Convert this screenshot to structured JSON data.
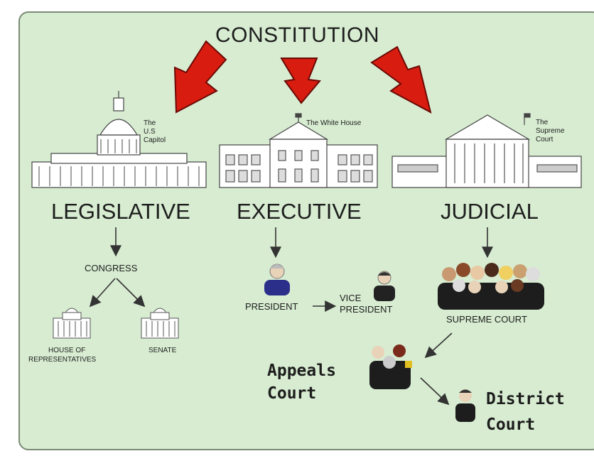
{
  "title": "CONSTITUTION",
  "branches": {
    "legislative": {
      "label": "LEGISLATIVE",
      "building_caption": [
        "The",
        "U.S",
        "Capitol"
      ],
      "body": "CONGRESS",
      "chambers": [
        "HOUSE OF",
        "REPRESENTATIVES",
        "SENATE"
      ]
    },
    "executive": {
      "label": "EXECUTIVE",
      "building_caption": "The White House",
      "officials": [
        "PRESIDENT",
        "VICE",
        "PRESIDENT"
      ]
    },
    "judicial": {
      "label": "JUDICIAL",
      "building_caption": [
        "The",
        "Supreme",
        "Court"
      ],
      "top_court": "SUPREME COURT",
      "appeals": [
        "Appeals",
        "Court"
      ],
      "district": [
        "District",
        "Court"
      ]
    }
  },
  "colors": {
    "panel": "#d7ecd1",
    "arrow_red": "#d81c10",
    "building": "#ffffff",
    "line": "#333333"
  }
}
